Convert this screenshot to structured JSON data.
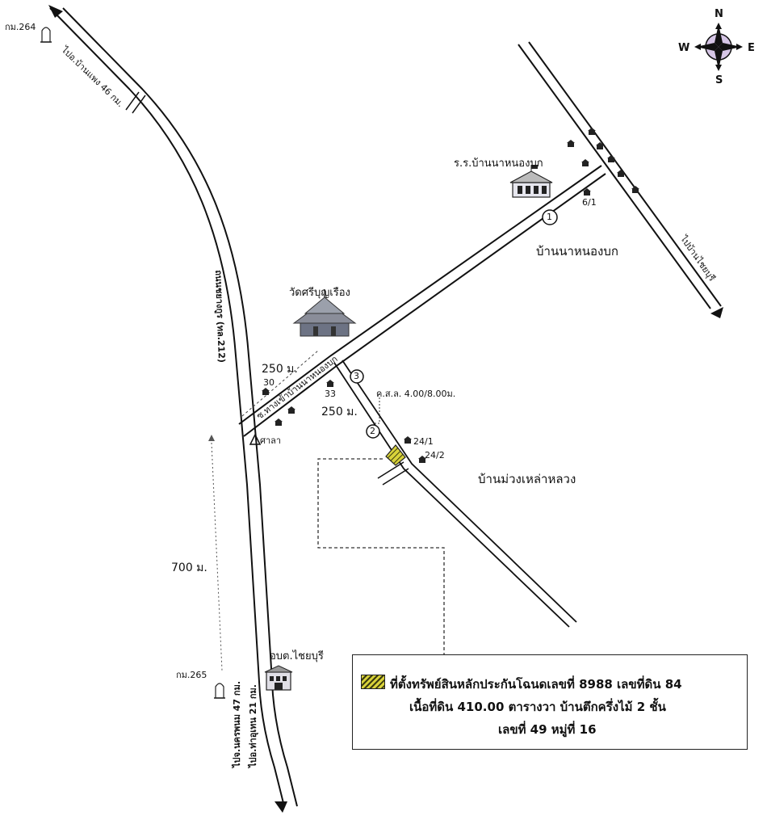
{
  "compass": {
    "n": "N",
    "s": "S",
    "e": "E",
    "w": "W"
  },
  "markers": {
    "km264": "กม.264",
    "km265": "กม.265"
  },
  "roads": {
    "to_ban_phaeng": "ไปอ.บ้านแพง 46 กม.",
    "highway_name": "ถนนชยางกูร (ทล.212)",
    "to_nakhon_phanom": "ไปจ.นครพนม 47 กม.",
    "to_tha_uthen": "ไปอ.ท่าอุเทน 21 กม.",
    "to_ban_chaiyaburi": "ไปบ้านไชยบุรี",
    "village_entrance": "ซ.ทางเข้าบ้านนาหนองบก",
    "road_width": "ค.ส.ล. 4.00/8.00ม."
  },
  "places": {
    "school": "ร.ร.บ้านนาหนองบก",
    "temple": "วัดศรีบุญเรือง",
    "village1": "บ้านนาหนองบก",
    "village2": "บ้านม่วงเหล่าหลวง",
    "sala": "ศาลา",
    "tao": "อบต.ไชยบุรี"
  },
  "house_numbers": {
    "h6_1": "6/1",
    "h30": "30",
    "h33": "33",
    "h24_1": "24/1",
    "h24_2": "24/2"
  },
  "distances": {
    "d250_a": "250 ม.",
    "d250_b": "250 ม.",
    "d700": "700 ม."
  },
  "waypoints": {
    "p1": "1",
    "p2": "2",
    "p3": "3"
  },
  "legend": {
    "line1": "ที่ตั้งทรัพย์สินหลักประกันโฉนดเลขที่ 8988 เลขที่ดิน 84",
    "line2": "เนื้อที่ดิน 410.00 ตารางวา บ้านตึกครึ่งไม้ 2 ชั้น",
    "line3": "เลขที่ 49 หมู่ที่ 16"
  },
  "colors": {
    "road": "#111111",
    "property_hatch": "#d8d23a",
    "compass_accent": "#d6c6e6"
  }
}
